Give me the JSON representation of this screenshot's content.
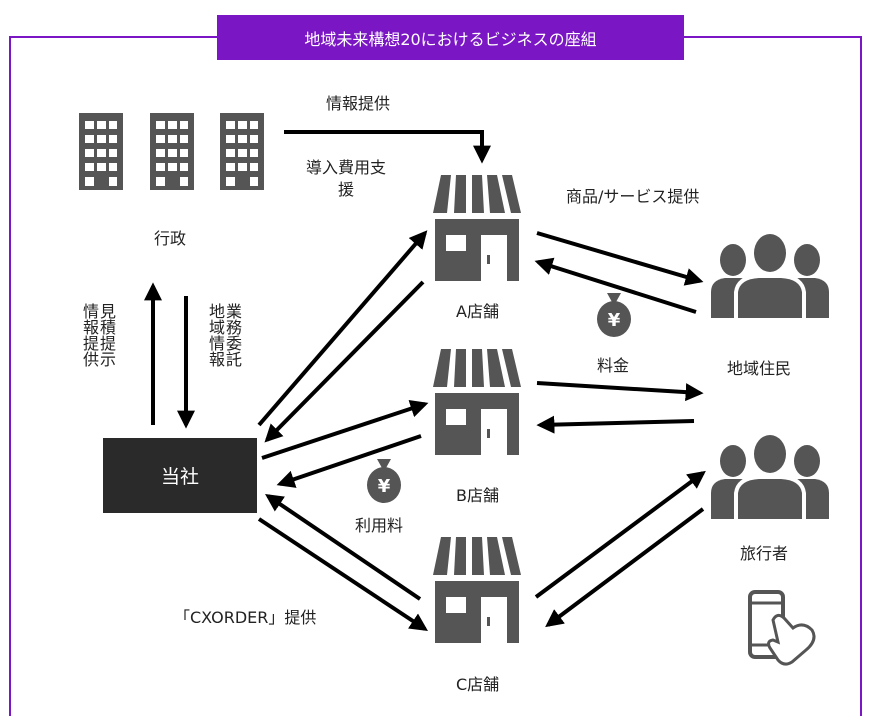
{
  "title": "地域未来構想20におけるビジネスの座組",
  "colors": {
    "frame": "#7b16c4",
    "icon": "#555555",
    "company_bg": "#2a2a2a",
    "arrow": "#000000"
  },
  "nodes": {
    "gov": "行政",
    "company": "当社",
    "store_a": "A店舗",
    "store_b": "B店舗",
    "store_c": "C店舗",
    "residents": "地域住民",
    "travelers": "旅行者"
  },
  "flows": {
    "info_provision": "情報提供",
    "install_support": "導入費用支援",
    "goods_service": "商品/サービス提供",
    "fee": "料金",
    "usage_fee": "利用料",
    "cxorder": "「CXORDER」提供",
    "estimate_info_provision": "見積提示情報提供",
    "business_consignment": "業務委託地域情報"
  },
  "icons": [
    "building-icon",
    "store-icon",
    "people-icon",
    "yen-bag-icon",
    "smartphone-tap-icon"
  ]
}
